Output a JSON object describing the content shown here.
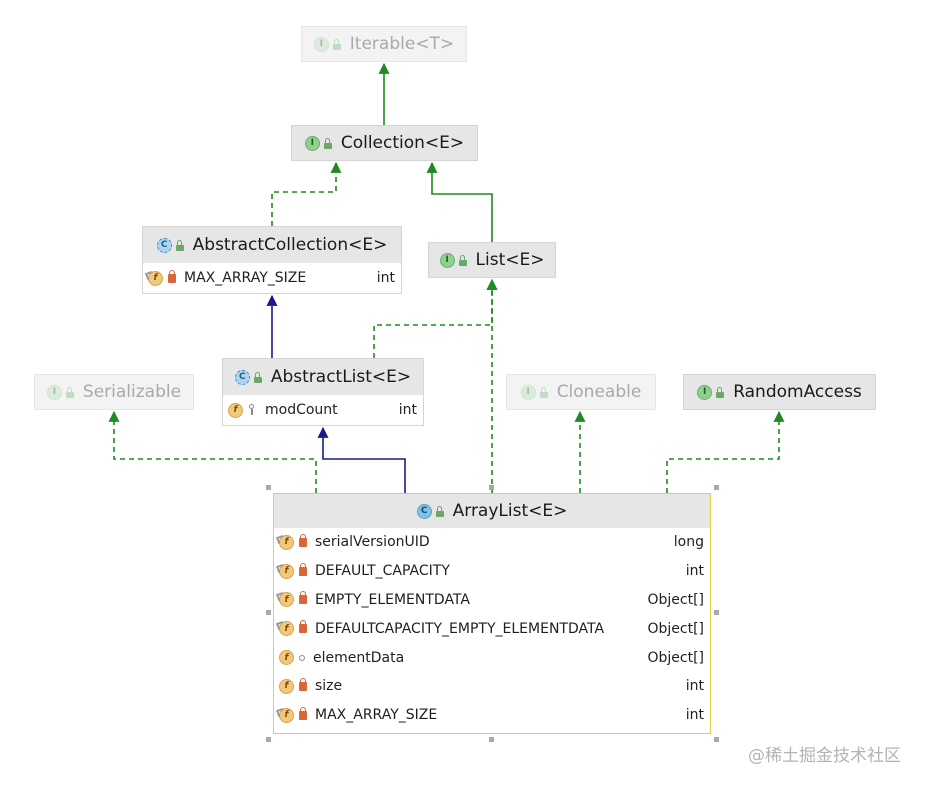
{
  "nodes": {
    "iterable": {
      "name": "Iterable<T>",
      "kind": "interface",
      "badge": "I"
    },
    "collection": {
      "name": "Collection<E>",
      "kind": "interface",
      "badge": "I"
    },
    "abstract_collection": {
      "name": "AbstractCollection<E>",
      "kind": "abstract class",
      "badge": "C",
      "fields": [
        {
          "name": "MAX_ARRAY_SIZE",
          "type": "int",
          "visibility": "private",
          "static": true
        }
      ]
    },
    "list": {
      "name": "List<E>",
      "kind": "interface",
      "badge": "I"
    },
    "abstract_list": {
      "name": "AbstractList<E>",
      "kind": "abstract class",
      "badge": "C",
      "fields": [
        {
          "name": "modCount",
          "type": "int",
          "visibility": "protected",
          "static": false
        }
      ]
    },
    "serializable": {
      "name": "Serializable",
      "kind": "interface",
      "badge": "I"
    },
    "cloneable": {
      "name": "Cloneable",
      "kind": "interface",
      "badge": "I"
    },
    "random_access": {
      "name": "RandomAccess",
      "kind": "interface",
      "badge": "I"
    },
    "array_list": {
      "name": "ArrayList<E>",
      "kind": "class",
      "badge": "C",
      "fields": [
        {
          "name": "serialVersionUID",
          "type": "long",
          "visibility": "private",
          "static": true
        },
        {
          "name": "DEFAULT_CAPACITY",
          "type": "int",
          "visibility": "private",
          "static": true
        },
        {
          "name": "EMPTY_ELEMENTDATA",
          "type": "Object[]",
          "visibility": "private",
          "static": true
        },
        {
          "name": "DEFAULTCAPACITY_EMPTY_ELEMENTDATA",
          "type": "Object[]",
          "visibility": "private",
          "static": true
        },
        {
          "name": "elementData",
          "type": "Object[]",
          "visibility": "package",
          "static": false
        },
        {
          "name": "size",
          "type": "int",
          "visibility": "private",
          "static": false
        },
        {
          "name": "MAX_ARRAY_SIZE",
          "type": "int",
          "visibility": "private",
          "static": true
        }
      ]
    }
  },
  "relations": [
    {
      "from": "collection",
      "to": "iterable",
      "type": "extends"
    },
    {
      "from": "abstract_collection",
      "to": "collection",
      "type": "implements"
    },
    {
      "from": "list",
      "to": "collection",
      "type": "extends"
    },
    {
      "from": "abstract_list",
      "to": "abstract_collection",
      "type": "extends"
    },
    {
      "from": "abstract_list",
      "to": "list",
      "type": "implements"
    },
    {
      "from": "array_list",
      "to": "abstract_list",
      "type": "extends"
    },
    {
      "from": "array_list",
      "to": "list",
      "type": "implements"
    },
    {
      "from": "array_list",
      "to": "serializable",
      "type": "implements"
    },
    {
      "from": "array_list",
      "to": "cloneable",
      "type": "implements"
    },
    {
      "from": "array_list",
      "to": "random_access",
      "type": "implements"
    }
  ],
  "colors": {
    "interface_arrow": "#1f8a1f",
    "class_arrow": "#1a1a8c",
    "selected_border": "#f0c84b",
    "header_bg": "#e6e6e6"
  },
  "watermark": "@稀土掘金技术社区"
}
